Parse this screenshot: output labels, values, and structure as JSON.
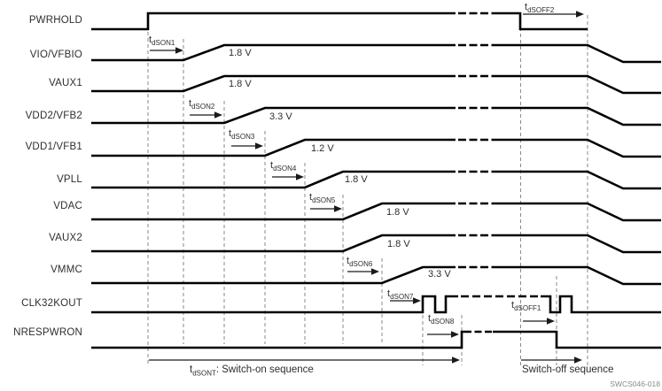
{
  "colors": {
    "waveform": "#000000",
    "guide": "#8a8a8a",
    "watermark_text": "#8a8a8a",
    "label_text": "#2e2e2e"
  },
  "signals": [
    {
      "name": "PWRHOLD",
      "voltage": ""
    },
    {
      "name": "VIO/VFBIO",
      "voltage": "1.8 V"
    },
    {
      "name": "VAUX1",
      "voltage": "1.8 V"
    },
    {
      "name": "VDD2/VFB2",
      "voltage": "3.3 V"
    },
    {
      "name": "VDD1/VFB1",
      "voltage": "1.2 V"
    },
    {
      "name": "VPLL",
      "voltage": "1.8 V"
    },
    {
      "name": "VDAC",
      "voltage": "1.8 V"
    },
    {
      "name": "VAUX2",
      "voltage": "1.8 V"
    },
    {
      "name": "VMMC",
      "voltage": "3.3 V"
    },
    {
      "name": "CLK32KOUT",
      "voltage": ""
    },
    {
      "name": "NRESPWRON",
      "voltage": ""
    }
  ],
  "timing": {
    "tdson1": {
      "main": "t",
      "sub": "dSON1"
    },
    "tdson2": {
      "main": "t",
      "sub": "dSON2"
    },
    "tdson3": {
      "main": "t",
      "sub": "dSON3"
    },
    "tdson4": {
      "main": "t",
      "sub": "dSON4"
    },
    "tdson5": {
      "main": "t",
      "sub": "dSON5"
    },
    "tdson6": {
      "main": "t",
      "sub": "dSON6"
    },
    "tdson7": {
      "main": "t",
      "sub": "dSON7"
    },
    "tdson8": {
      "main": "t",
      "sub": "dSON8"
    },
    "tdsoff1": {
      "main": "t",
      "sub": "dSOFF1"
    },
    "tdsoff2": {
      "main": "t",
      "sub": "dSOFF2"
    }
  },
  "sequence": {
    "switch_on_main": "t",
    "switch_on_sub": "dSONT",
    "switch_on_rest": ": Switch-on sequence",
    "switch_off": "Switch-off sequence"
  },
  "watermark": "SWCS046-018"
}
